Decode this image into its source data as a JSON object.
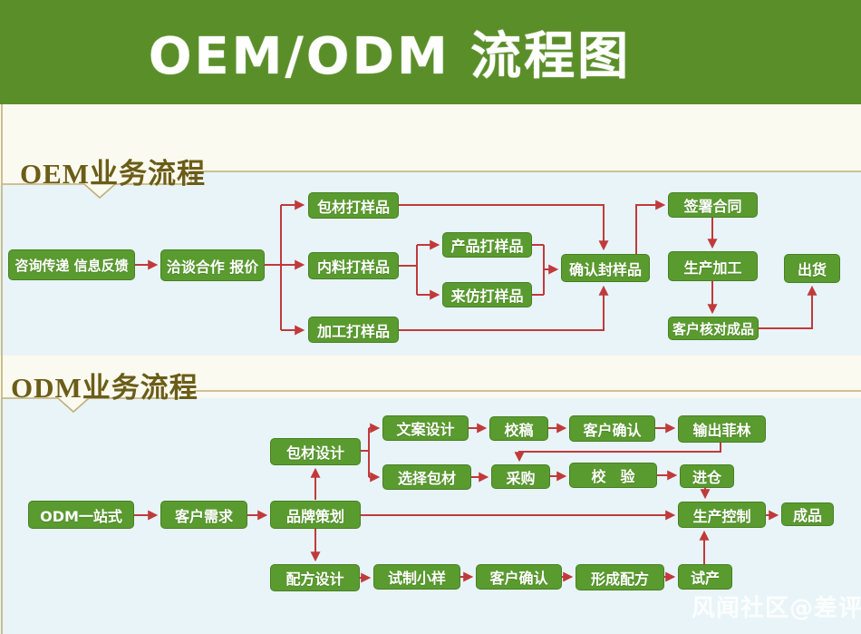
{
  "page_title": "OEM/ODM 流程图",
  "sections": {
    "oem_title": "OEM业务流程",
    "odm_title": "ODM业务流程"
  },
  "nodes": {
    "oem_consult": "咨询传递 信息反馈",
    "oem_negotiate": "洽谈合作 报价",
    "oem_packaging_sample": "包材打样品",
    "oem_inner_sample": "内料打样品",
    "oem_process_sample": "加工打样品",
    "oem_product_sample": "产品打样品",
    "oem_imitation_sample": "来仿打样品",
    "oem_confirm_sample": "确认封样品",
    "oem_sign_contract": "签署合同",
    "oem_production": "生产加工",
    "oem_ship": "出货",
    "oem_verify": "客户核对成品",
    "odm_one_stop": "ODM一站式",
    "odm_customer_needs": "客户需求",
    "odm_brand_planning": "品牌策划",
    "odm_package_design": "包材设计",
    "odm_copy_design": "文案设计",
    "odm_proofread": "校稿",
    "odm_client_confirm_top": "客户确认",
    "odm_film_output": "输出菲林",
    "odm_select_package": "选择包材",
    "odm_purchase": "采购",
    "odm_inspection": "校　验",
    "odm_warehouse": "进仓",
    "odm_formula_design": "配方设计",
    "odm_trial_sample": "试制小样",
    "odm_client_confirm_bottom": "客户确认",
    "odm_form_formula": "形成配方",
    "odm_trial_production": "试产",
    "odm_production_control": "生产控制",
    "odm_finished": "成品"
  },
  "watermark": "风闻社区@差评",
  "colors": {
    "banner_green": "#5a8e29",
    "node_green": "#5a9b2f",
    "arrow_red": "#c03a3c",
    "frame_gold": "#bfb077",
    "title_gold": "#6b5c17",
    "flow_bg_blue": "#e8f4f8",
    "page_cream": "#fbfaf0"
  }
}
